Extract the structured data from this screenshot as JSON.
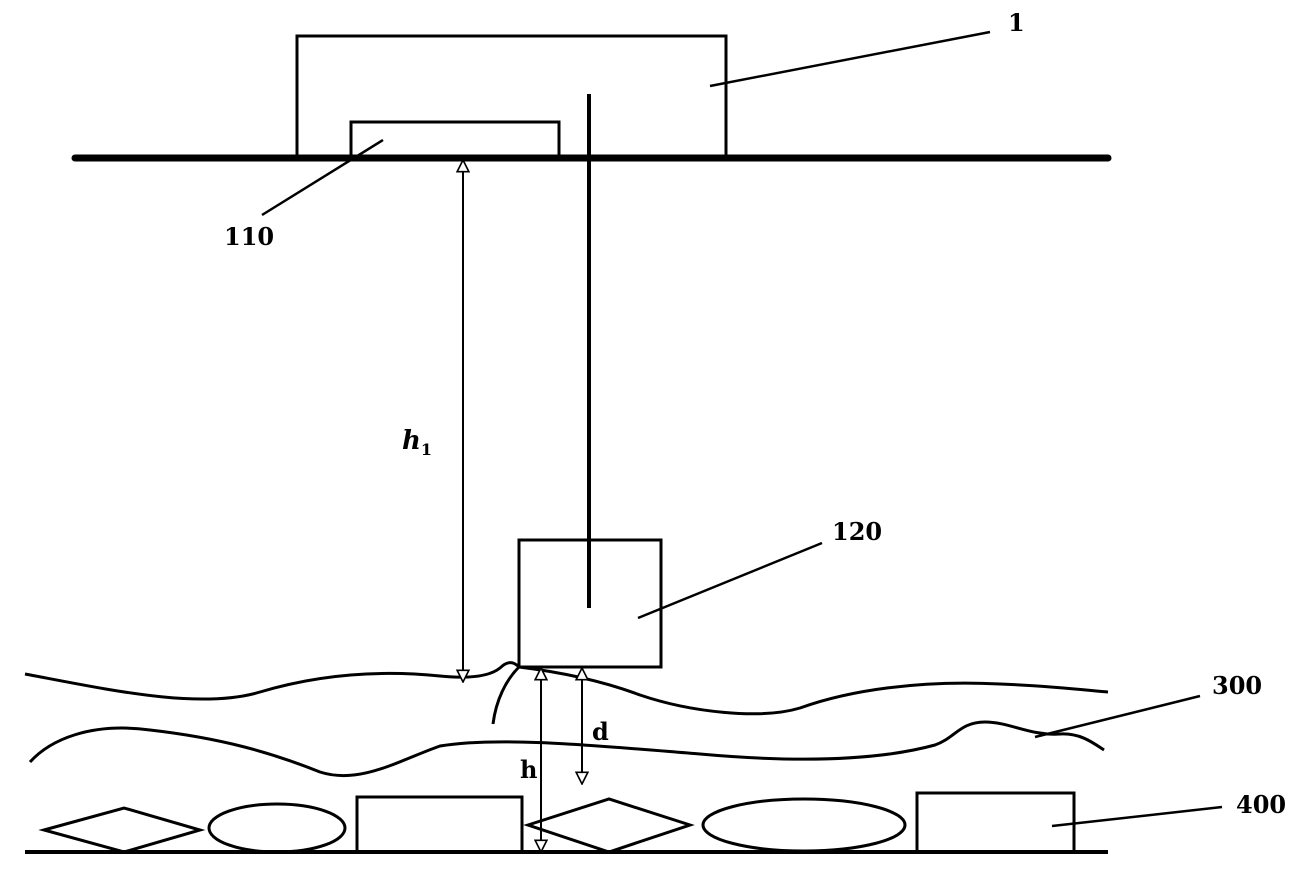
{
  "labels": {
    "device": "1",
    "base_plate": "110",
    "probe": "120",
    "surface_layer": "300",
    "objects": "400",
    "height_total": "h",
    "height_main": "h",
    "height_main_sub": "1",
    "gap": "d"
  },
  "colors": {
    "line": "#000000",
    "background": "#ffffff"
  }
}
